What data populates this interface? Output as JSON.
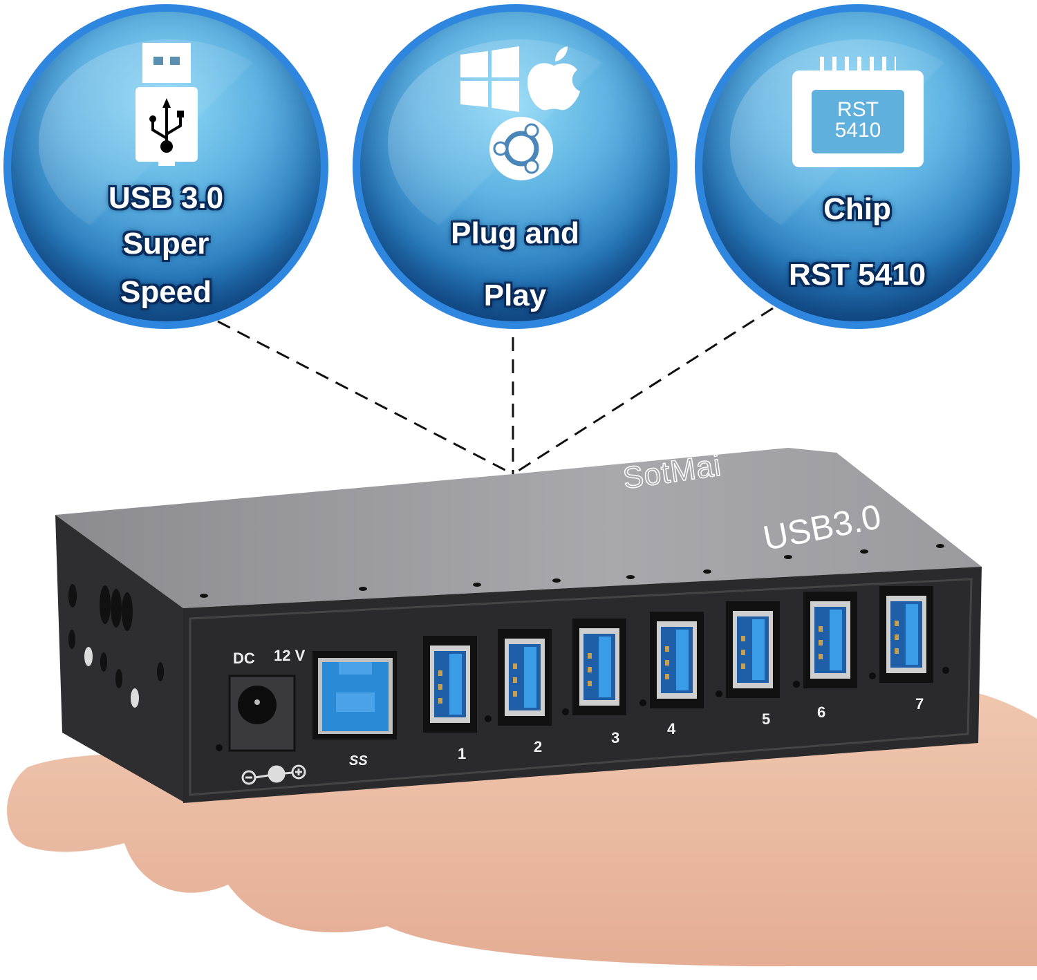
{
  "callouts": [
    {
      "icon": "usb-flash-drive-icon",
      "lines": [
        "USB 3.0",
        "Super",
        "Speed"
      ]
    },
    {
      "icon": "os-logos-icon",
      "lines": [
        "Plug and",
        "Play"
      ]
    },
    {
      "icon": "chip-icon",
      "chip_text": [
        "RST",
        "5410"
      ],
      "lines": [
        "Chip",
        "RST 5410"
      ]
    }
  ],
  "device": {
    "brand": "SotMai",
    "top_label": "USB3.0",
    "power_label": "DC",
    "voltage_label": "12 V",
    "upstream_logo": "SS",
    "ports": [
      "1",
      "2",
      "3",
      "4",
      "5",
      "6",
      "7"
    ]
  },
  "colors": {
    "circle_border": "#2f86df",
    "circle_dark": "#0c3f78",
    "circle_light": "#8fd8f6",
    "usb3_blue": "#2a8ad6",
    "casing": "#2b2b2d",
    "casing_top": "#a3a3a8",
    "skin": "#e8b79f"
  }
}
